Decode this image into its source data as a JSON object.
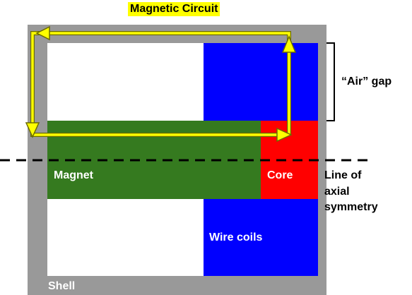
{
  "title": "Magnetic Circuit",
  "labels": {
    "air_gap": "“Air” gap",
    "magnet": "Magnet",
    "core": "Core",
    "axis_line1": "Line of",
    "axis_line2": "axial",
    "axis_line3": "symmetry",
    "wire_coils": "Wire coils",
    "shell": "Shell"
  },
  "colors": {
    "title_background": "#ffff00",
    "shell": "#999999",
    "coil": "#0000ff",
    "magnet": "#357a1f",
    "core": "#ff0000",
    "flux_path": "#ffff00",
    "axis_line": "#000000"
  }
}
